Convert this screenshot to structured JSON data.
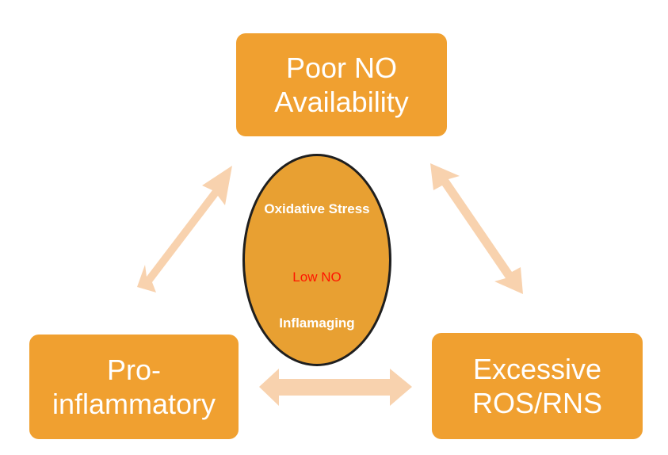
{
  "diagram": {
    "nodes": {
      "top": {
        "label": "Poor NO Availability"
      },
      "left": {
        "label": "Pro-inflammatory"
      },
      "right": {
        "label": "Excessive ROS/RNS"
      }
    },
    "center": {
      "line1": "Oxidative Stress",
      "line2": "Low NO",
      "line3": "Inflamaging"
    },
    "arrows": [
      {
        "from": "left",
        "to": "top",
        "direction": "bidirectional"
      },
      {
        "from": "top",
        "to": "right",
        "direction": "bidirectional"
      },
      {
        "from": "left",
        "to": "right",
        "direction": "bidirectional"
      }
    ],
    "colors": {
      "box": "#F0A030",
      "ellipse": "#E8A032",
      "arrow": "#F8D2AE",
      "highlight_text": "#FF1500",
      "text": "#FFFFFF"
    }
  }
}
